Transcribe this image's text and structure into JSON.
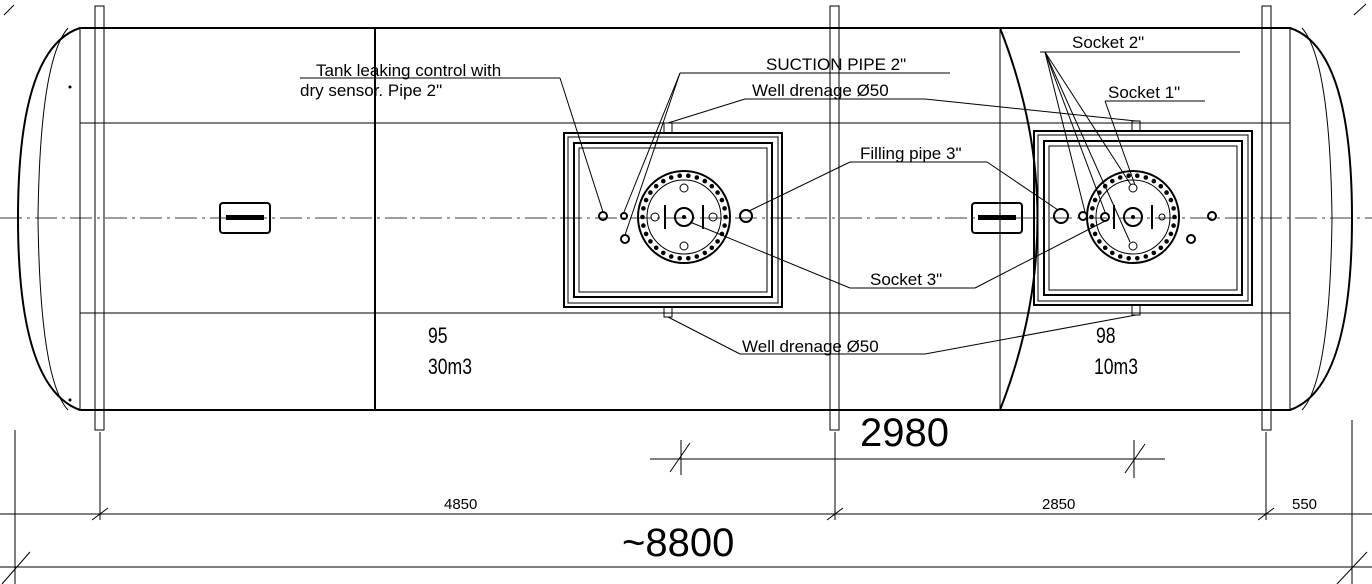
{
  "labels": {
    "tank_leaking_l1": "Tank leaking control with",
    "tank_leaking_l2": "dry sensor. Pipe 2\"",
    "suction_pipe": "SUCTION PIPE 2\"",
    "well_drenage_top": "Well drenage Ø50",
    "well_drenage_bottom": "Well drenage Ø50",
    "filling_pipe": "Filling pipe 3\"",
    "socket_3": "Socket 3\"",
    "socket_2": "Socket 2\"",
    "socket_1": "Socket 1\""
  },
  "compartments": [
    {
      "number": "95",
      "volume": "30m3"
    },
    {
      "number": "98",
      "volume": "10m3"
    }
  ],
  "dimensions": {
    "span_2980": "2980",
    "seg_4850": "4850",
    "seg_2850": "2850",
    "seg_550": "550",
    "total": "~8800"
  }
}
